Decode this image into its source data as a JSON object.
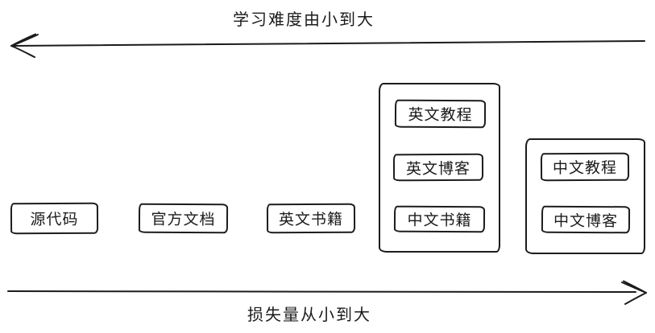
{
  "diagram": {
    "ink_color": "#1b1b1b",
    "top_axis": {
      "label": "学习难度由小到大",
      "direction": "left"
    },
    "bottom_axis": {
      "label": "损失量从小到大",
      "direction": "right"
    },
    "standalone_boxes": [
      {
        "label": "源代码"
      },
      {
        "label": "官方文档"
      },
      {
        "label": "英文书籍"
      }
    ],
    "groups": [
      {
        "items": [
          {
            "label": "英文教程"
          },
          {
            "label": "英文博客"
          },
          {
            "label": "中文书籍"
          }
        ]
      },
      {
        "items": [
          {
            "label": "中文教程"
          },
          {
            "label": "中文博客"
          }
        ]
      }
    ]
  }
}
